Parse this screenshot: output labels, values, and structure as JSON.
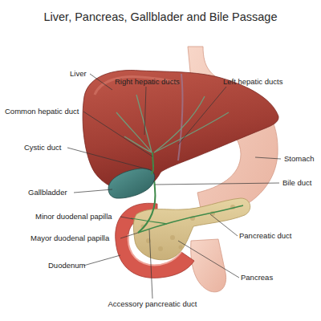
{
  "diagram": {
    "title": "Liver, Pancreas, Gallblader and Bile Passage",
    "labels": [
      "Liver",
      "Right hepatic ducts",
      "Left hepatic ducts",
      "Common hepatic duct",
      "Cystic duct",
      "Stomach",
      "Bile duct",
      "Gallbladder",
      "Minor duodenal papilla",
      "Mayor duodenal papilla",
      "Pancreatic duct",
      "Duodenum",
      "Pancreas",
      "Accessory pancreatic duct"
    ]
  }
}
